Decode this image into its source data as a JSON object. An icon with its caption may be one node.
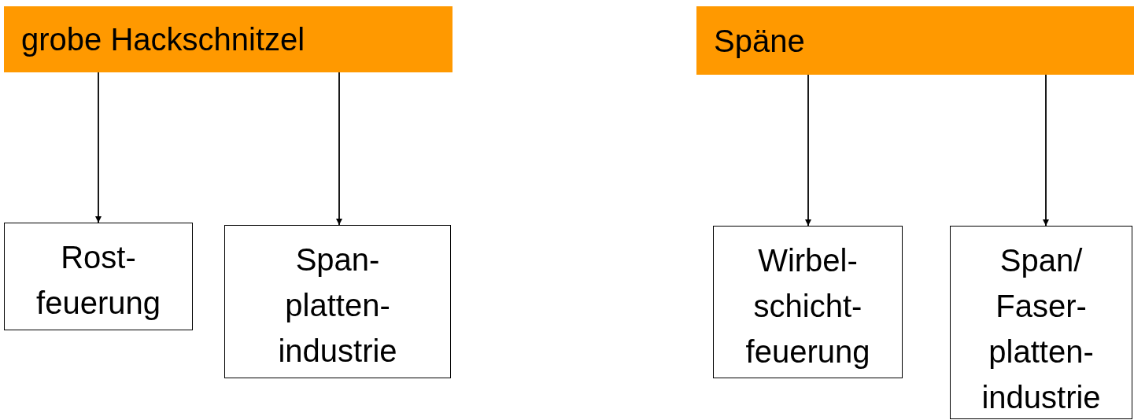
{
  "diagram": {
    "nodes": [
      {
        "text": [
          "grobe Hackschnitzel"
        ]
      },
      {
        "text": [
          "Späne"
        ]
      },
      {
        "text": [
          "Rost- feuerung"
        ]
      },
      {
        "text": [
          "Span- platten- industrie"
        ]
      },
      {
        "text": [
          "Wirbel- schicht- feuerung"
        ]
      },
      {
        "text": [
          "Span/ Faser- platten- industrie"
        ]
      }
    ],
    "edges": [
      {
        "from": 0,
        "to": 2,
        "arrow": "to"
      },
      {
        "from": 0,
        "to": 3,
        "arrow": "to"
      },
      {
        "from": 1,
        "to": 4,
        "arrow": "to"
      },
      {
        "from": 1,
        "to": 5,
        "arrow": "to"
      }
    ]
  }
}
